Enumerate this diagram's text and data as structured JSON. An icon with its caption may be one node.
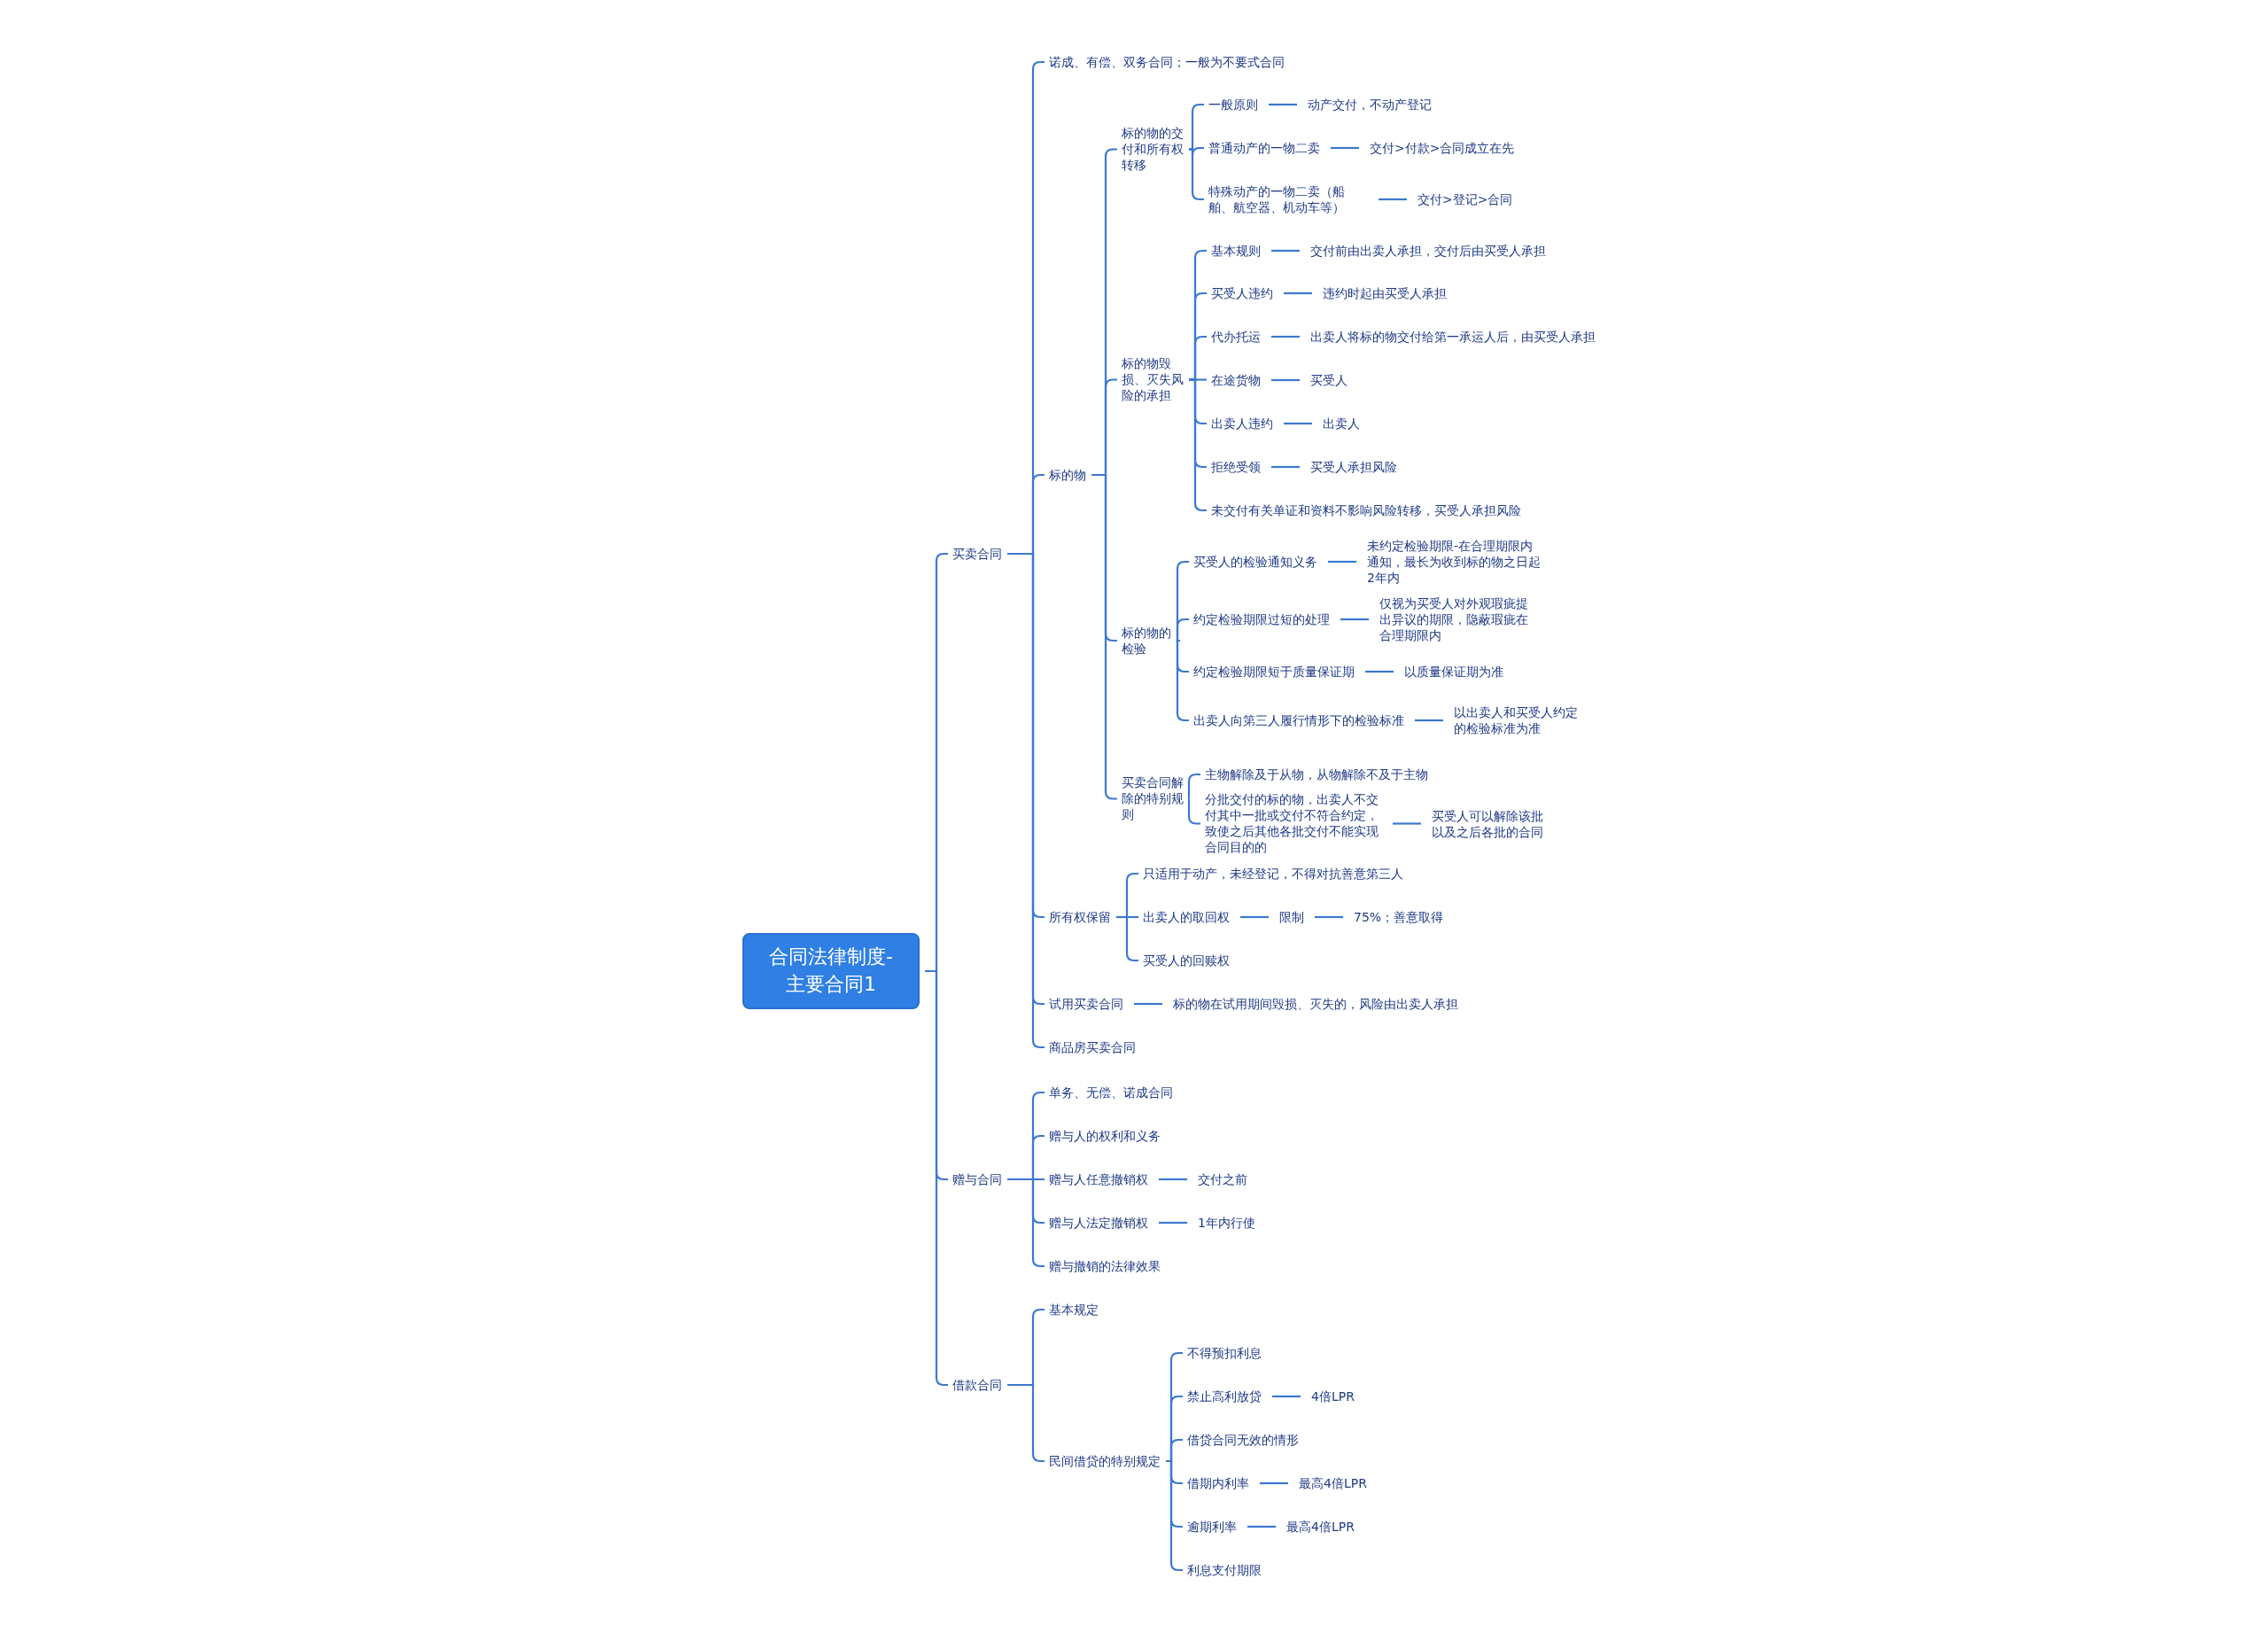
{
  "diagram": {
    "nodes": [
      {
        "text": [
          "合同法律制度-主要合同1"
        ]
      },
      {
        "text": [
          "买卖合同"
        ]
      },
      {
        "text": [
          "诺成、有偿、双务合同；一般为不要式合同"
        ]
      },
      {
        "text": [
          "标的物"
        ]
      },
      {
        "text": [
          "标的物的交付和所有权转移"
        ]
      },
      {
        "text": [
          "一般原则"
        ]
      },
      {
        "text": [
          "动产交付，不动产登记"
        ]
      },
      {
        "text": [
          "普通动产的一物二卖"
        ]
      },
      {
        "text": [
          "交付>付款>合同成立在先"
        ]
      },
      {
        "text": [
          "特殊动产的一物二卖（船舶、航空器、机动车等）"
        ]
      },
      {
        "text": [
          "交付>登记>合同"
        ]
      },
      {
        "text": [
          "标的物毁损、灭失风险的承担"
        ]
      },
      {
        "text": [
          "基本规则"
        ]
      },
      {
        "text": [
          "交付前由出卖人承担，交付后由买受人承担"
        ]
      },
      {
        "text": [
          "买受人违约"
        ]
      },
      {
        "text": [
          "违约时起由买受人承担"
        ]
      },
      {
        "text": [
          "代办托运"
        ]
      },
      {
        "text": [
          "出卖人将标的物交付给第一承运人后，由买受人承担"
        ]
      },
      {
        "text": [
          "在途货物"
        ]
      },
      {
        "text": [
          "买受人"
        ]
      },
      {
        "text": [
          "出卖人违约"
        ]
      },
      {
        "text": [
          "出卖人"
        ]
      },
      {
        "text": [
          "拒绝受领"
        ]
      },
      {
        "text": [
          "买受人承担风险"
        ]
      },
      {
        "text": [
          "未交付有关单证和资料不影响风险转移，买受人承担风险"
        ]
      },
      {
        "text": [
          "标的物的检验"
        ]
      },
      {
        "text": [
          "买受人的检验通知义务"
        ]
      },
      {
        "text": [
          "未约定检验期限-在合理期限内通知，最长为收到标的物之日起2年内"
        ]
      },
      {
        "text": [
          "约定检验期限过短的处理"
        ]
      },
      {
        "text": [
          "仅视为买受人对外观瑕疵提出异议的期限，隐蔽瑕疵在合理期限内"
        ]
      },
      {
        "text": [
          "约定检验期限短于质量保证期"
        ]
      },
      {
        "text": [
          "以质量保证期为准"
        ]
      },
      {
        "text": [
          "出卖人向第三人履行情形下的检验标准"
        ]
      },
      {
        "text": [
          "以出卖人和买受人约定的检验标准为准"
        ]
      },
      {
        "text": [
          "买卖合同解除的特别规则"
        ]
      },
      {
        "text": [
          "主物解除及于从物，从物解除不及于主物"
        ]
      },
      {
        "text": [
          "分批交付的标的物，出卖人不交付其中一批或交付不符合约定，致使之后其他各批交付不能实现合同目的的"
        ]
      },
      {
        "text": [
          "买受人可以解除该批以及之后各批的合同"
        ]
      },
      {
        "text": [
          "所有权保留"
        ]
      },
      {
        "text": [
          "只适用于动产，未经登记，不得对抗善意第三人"
        ]
      },
      {
        "text": [
          "出卖人的取回权"
        ]
      },
      {
        "text": [
          "限制"
        ]
      },
      {
        "text": [
          "75%；善意取得"
        ]
      },
      {
        "text": [
          "买受人的回赎权"
        ]
      },
      {
        "text": [
          "试用买卖合同"
        ]
      },
      {
        "text": [
          "标的物在试用期间毁损、灭失的，风险由出卖人承担"
        ]
      },
      {
        "text": [
          "商品房买卖合同"
        ]
      },
      {
        "text": [
          "赠与合同"
        ]
      },
      {
        "text": [
          "单务、无偿、诺成合同"
        ]
      },
      {
        "text": [
          "赠与人的权利和义务"
        ]
      },
      {
        "text": [
          "赠与人任意撤销权"
        ]
      },
      {
        "text": [
          "交付之前"
        ]
      },
      {
        "text": [
          "赠与人法定撤销权"
        ]
      },
      {
        "text": [
          "1年内行使"
        ]
      },
      {
        "text": [
          "赠与撤销的法律效果"
        ]
      },
      {
        "text": [
          "借款合同"
        ]
      },
      {
        "text": [
          "基本规定"
        ]
      },
      {
        "text": [
          "民间借贷的特别规定"
        ]
      },
      {
        "text": [
          "不得预扣利息"
        ]
      },
      {
        "text": [
          "禁止高利放贷"
        ]
      },
      {
        "text": [
          "4倍LPR"
        ]
      },
      {
        "text": [
          "借贷合同无效的情形"
        ]
      },
      {
        "text": [
          "借期内利率"
        ]
      },
      {
        "text": [
          "最高4倍LPR"
        ]
      },
      {
        "text": [
          "逾期利率"
        ]
      },
      {
        "text": [
          "最高4倍LPR"
        ]
      },
      {
        "text": [
          "利息支付期限"
        ]
      }
    ],
    "edges": [
      {
        "from": 0,
        "to": 1,
        "arrow": "none"
      },
      {
        "from": 0,
        "to": 47,
        "arrow": "none"
      },
      {
        "from": 0,
        "to": 55,
        "arrow": "none"
      },
      {
        "from": 1,
        "to": 2,
        "arrow": "none"
      },
      {
        "from": 1,
        "to": 3,
        "arrow": "none"
      },
      {
        "from": 1,
        "to": 38,
        "arrow": "none"
      },
      {
        "from": 1,
        "to": 44,
        "arrow": "none"
      },
      {
        "from": 1,
        "to": 46,
        "arrow": "none"
      },
      {
        "from": 3,
        "to": 4,
        "arrow": "none"
      },
      {
        "from": 3,
        "to": 11,
        "arrow": "none"
      },
      {
        "from": 3,
        "to": 25,
        "arrow": "none"
      },
      {
        "from": 3,
        "to": 34,
        "arrow": "none"
      },
      {
        "from": 4,
        "to": 5,
        "arrow": "none"
      },
      {
        "from": 5,
        "to": 6,
        "arrow": "none"
      },
      {
        "from": 4,
        "to": 7,
        "arrow": "none"
      },
      {
        "from": 7,
        "to": 8,
        "arrow": "none"
      },
      {
        "from": 4,
        "to": 9,
        "arrow": "none"
      },
      {
        "from": 9,
        "to": 10,
        "arrow": "none"
      },
      {
        "from": 11,
        "to": 12,
        "arrow": "none"
      },
      {
        "from": 12,
        "to": 13,
        "arrow": "none"
      },
      {
        "from": 11,
        "to": 14,
        "arrow": "none"
      },
      {
        "from": 14,
        "to": 15,
        "arrow": "none"
      },
      {
        "from": 11,
        "to": 16,
        "arrow": "none"
      },
      {
        "from": 16,
        "to": 17,
        "arrow": "none"
      },
      {
        "from": 11,
        "to": 18,
        "arrow": "none"
      },
      {
        "from": 18,
        "to": 19,
        "arrow": "none"
      },
      {
        "from": 11,
        "to": 20,
        "arrow": "none"
      },
      {
        "from": 20,
        "to": 21,
        "arrow": "none"
      },
      {
        "from": 11,
        "to": 22,
        "arrow": "none"
      },
      {
        "from": 22,
        "to": 23,
        "arrow": "none"
      },
      {
        "from": 11,
        "to": 24,
        "arrow": "none"
      },
      {
        "from": 25,
        "to": 26,
        "arrow": "none"
      },
      {
        "from": 26,
        "to": 27,
        "arrow": "none"
      },
      {
        "from": 25,
        "to": 28,
        "arrow": "none"
      },
      {
        "from": 28,
        "to": 29,
        "arrow": "none"
      },
      {
        "from": 25,
        "to": 30,
        "arrow": "none"
      },
      {
        "from": 30,
        "to": 31,
        "arrow": "none"
      },
      {
        "from": 25,
        "to": 32,
        "arrow": "none"
      },
      {
        "from": 32,
        "to": 33,
        "arrow": "none"
      },
      {
        "from": 34,
        "to": 35,
        "arrow": "none"
      },
      {
        "from": 34,
        "to": 36,
        "arrow": "none"
      },
      {
        "from": 36,
        "to": 37,
        "arrow": "none"
      },
      {
        "from": 38,
        "to": 39,
        "arrow": "none"
      },
      {
        "from": 38,
        "to": 40,
        "arrow": "none"
      },
      {
        "from": 40,
        "to": 41,
        "arrow": "none"
      },
      {
        "from": 41,
        "to": 42,
        "arrow": "none"
      },
      {
        "from": 38,
        "to": 43,
        "arrow": "none"
      },
      {
        "from": 44,
        "to": 45,
        "arrow": "none"
      },
      {
        "from": 47,
        "to": 48,
        "arrow": "none"
      },
      {
        "from": 47,
        "to": 49,
        "arrow": "none"
      },
      {
        "from": 47,
        "to": 50,
        "arrow": "none"
      },
      {
        "from": 50,
        "to": 51,
        "arrow": "none"
      },
      {
        "from": 47,
        "to": 52,
        "arrow": "none"
      },
      {
        "from": 52,
        "to": 53,
        "arrow": "none"
      },
      {
        "from": 47,
        "to": 54,
        "arrow": "none"
      },
      {
        "from": 55,
        "to": 56,
        "arrow": "none"
      },
      {
        "from": 55,
        "to": 57,
        "arrow": "none"
      },
      {
        "from": 57,
        "to": 58,
        "arrow": "none"
      },
      {
        "from": 57,
        "to": 59,
        "arrow": "none"
      },
      {
        "from": 59,
        "to": 60,
        "arrow": "none"
      },
      {
        "from": 57,
        "to": 61,
        "arrow": "none"
      },
      {
        "from": 57,
        "to": 62,
        "arrow": "none"
      },
      {
        "from": 62,
        "to": 63,
        "arrow": "none"
      },
      {
        "from": 57,
        "to": 64,
        "arrow": "none"
      },
      {
        "from": 64,
        "to": 65,
        "arrow": "none"
      },
      {
        "from": 57,
        "to": 66,
        "arrow": "none"
      }
    ]
  }
}
